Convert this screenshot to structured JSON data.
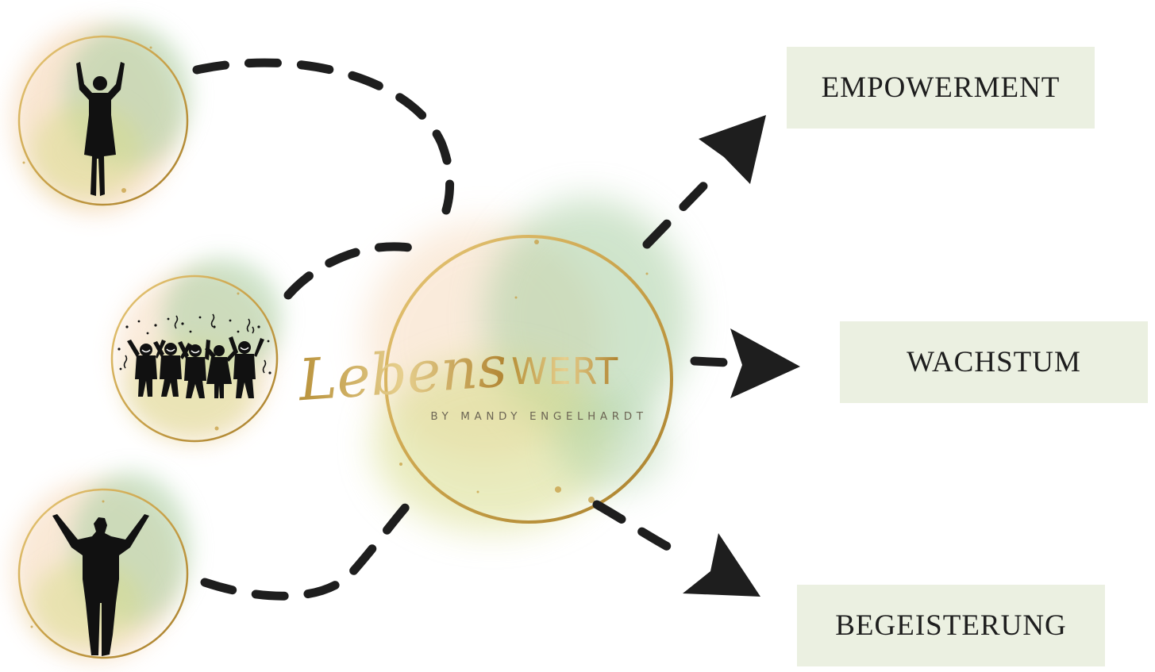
{
  "logo": {
    "brand_script": "Lebens",
    "brand_caps": "WERT",
    "tagline": "BY MANDY ENGELHARDT"
  },
  "outcomes": [
    {
      "label": "EMPOWERMENT"
    },
    {
      "label": "WACHSTUM"
    },
    {
      "label": "BEGEISTERUNG"
    }
  ],
  "inputs": [
    {
      "icon": "woman-arms-raised-icon"
    },
    {
      "icon": "celebrating-group-icon"
    },
    {
      "icon": "man-arms-raised-icon"
    }
  ],
  "colors": {
    "gold": "#c9a24a",
    "watercolor_green": "#a9cfa3",
    "watercolor_yellow": "#d8dc8a",
    "watercolor_orange": "#f2c79a",
    "label_background": "#ebf0e1",
    "arrow": "#1e1e1e",
    "silhouette": "#111111"
  }
}
